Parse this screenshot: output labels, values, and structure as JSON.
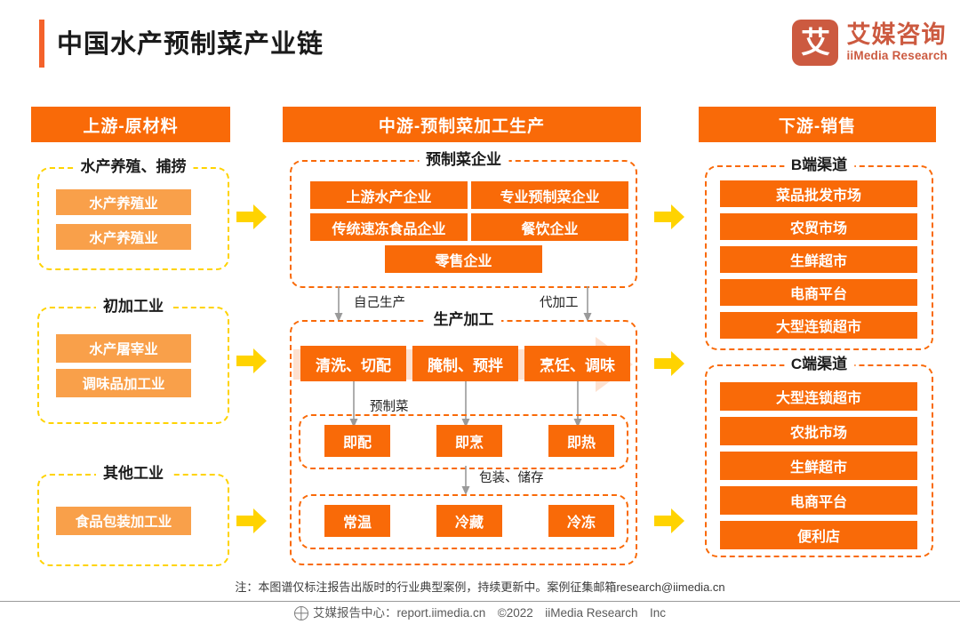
{
  "header": {
    "title": "中国水产预制菜产业链",
    "logo_mark": "艾",
    "logo_cn": "艾媒咨询",
    "logo_en": "iiMedia Research",
    "accent": "#F4622B"
  },
  "colors": {
    "orange": "#F96A08",
    "light_orange": "#F9A04A",
    "yellow": "#FFD300",
    "pale": "#FDE3D2"
  },
  "columns": {
    "upstream": {
      "bar": "上游-原材料",
      "groups": [
        {
          "label": "水产养殖、捕捞",
          "items": [
            "水产养殖业",
            "水产养殖业"
          ]
        },
        {
          "label": "初加工业",
          "items": [
            "水产屠宰业",
            "调味品加工业"
          ]
        },
        {
          "label": "其他工业",
          "items": [
            "食品包装加工业"
          ]
        }
      ]
    },
    "midstream": {
      "bar": "中游-预制菜加工生产",
      "enterprise": {
        "label": "预制菜企业",
        "items": [
          "上游水产企业",
          "专业预制菜企业",
          "传统速冻食品企业",
          "餐饮企业",
          "零售企业"
        ]
      },
      "flow_labels": {
        "self": "自己生产",
        "oem": "代加工",
        "product": "预制菜",
        "pack": "包装、储存"
      },
      "production": {
        "label": "生产加工",
        "steps": [
          "清洗、切配",
          "腌制、预拌",
          "烹饪、调味"
        ]
      },
      "ready": {
        "items": [
          "即配",
          "即烹",
          "即热"
        ]
      },
      "storage": {
        "items": [
          "常温",
          "冷藏",
          "冷冻"
        ]
      }
    },
    "downstream": {
      "bar": "下游-销售",
      "groups": [
        {
          "label": "B端渠道",
          "items": [
            "菜品批发市场",
            "农贸市场",
            "生鲜超市",
            "电商平台",
            "大型连锁超市"
          ]
        },
        {
          "label": "C端渠道",
          "items": [
            "大型连锁超市",
            "农批市场",
            "生鲜超市",
            "电商平台",
            "便利店"
          ]
        }
      ]
    }
  },
  "footer": {
    "note": "注：本图谱仅标注报告出版时的行业典型案例，持续更新中。案例征集邮箱research@iimedia.cn",
    "source": "艾媒报告中心：report.iimedia.cn　©2022　iiMedia Research　Inc"
  }
}
